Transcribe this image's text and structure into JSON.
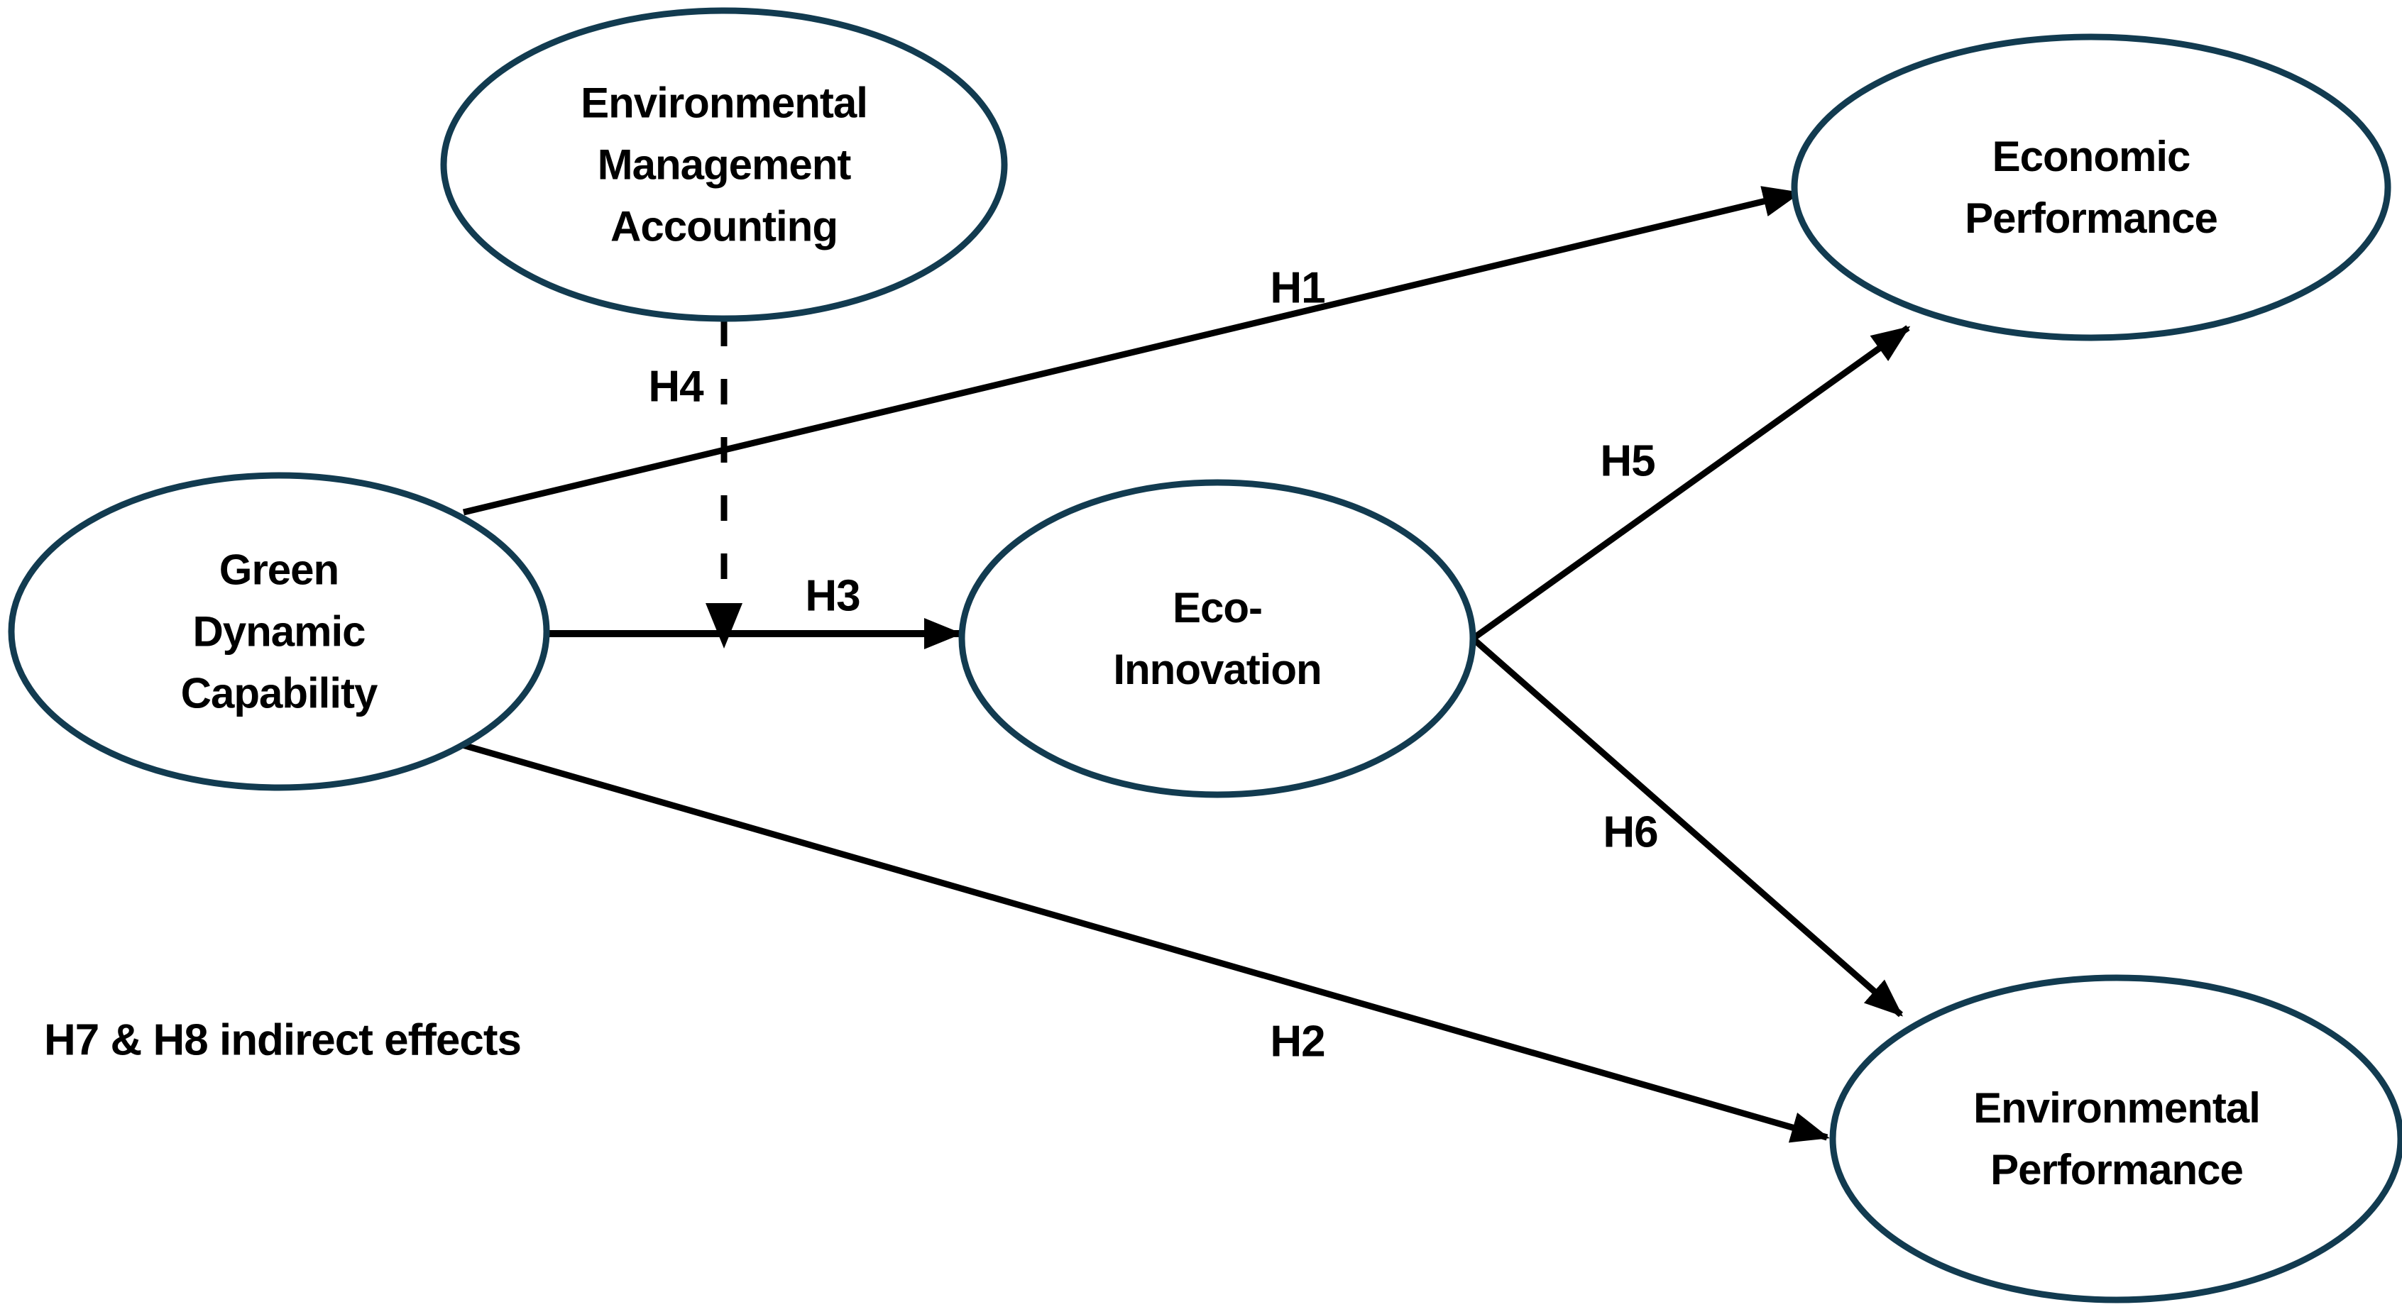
{
  "nodes": [
    {
      "id": "environmental-management-accounting",
      "label": "Environmental\nManagement\nAccounting"
    },
    {
      "id": "green-dynamic-capability",
      "label": "Green\nDynamic\nCapability"
    },
    {
      "id": "eco-innovation",
      "label": "Eco-\nInnovation"
    },
    {
      "id": "economic-performance",
      "label": "Economic\nPerformance"
    },
    {
      "id": "environmental-performance",
      "label": "Environmental\nPerformance"
    }
  ],
  "edges": [
    {
      "label": "H1",
      "from": "Green Dynamic Capability",
      "to": "Economic Performance",
      "style": "solid"
    },
    {
      "label": "H2",
      "from": "Green Dynamic Capability",
      "to": "Environmental Performance",
      "style": "solid"
    },
    {
      "label": "H3",
      "from": "Green Dynamic Capability",
      "to": "Eco-Innovation",
      "style": "solid"
    },
    {
      "label": "H4",
      "from": "Environmental Management Accounting",
      "to": "H3 arrow (moderating path)",
      "style": "dashed"
    },
    {
      "label": "H5",
      "from": "Eco-Innovation",
      "to": "Economic Performance",
      "style": "solid"
    },
    {
      "label": "H6",
      "from": "Eco-Innovation",
      "to": "Environmental Performance",
      "style": "solid"
    }
  ],
  "annotation": "H7 & H8 indirect effects",
  "colors": {
    "node_border": "#123b50",
    "arrow": "#000000",
    "text": "#000000",
    "background": "#ffffff"
  }
}
